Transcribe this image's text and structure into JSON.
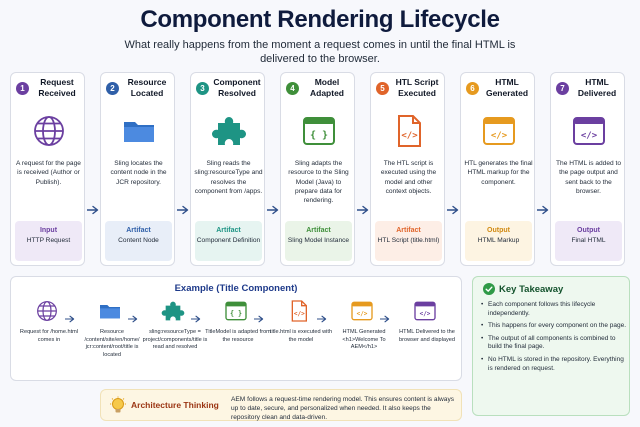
{
  "header": {
    "title": "Component Rendering Lifecycle",
    "subtitle": "What really happens from the moment a request comes in until the final HTML is delivered to the browser."
  },
  "steps": [
    {
      "number": "1",
      "title": "Request Received",
      "icon": "globe-icon",
      "color": "#6b3fa0",
      "desc": "A request for the page is received (Author or Publish).",
      "tag_label": "Input",
      "tag_value": "HTTP Request",
      "tag_bg": "#efe9f7",
      "tag_color": "#6b3fa0"
    },
    {
      "number": "2",
      "title": "Resource Located",
      "icon": "folder-icon",
      "color": "#2f5fa8",
      "desc": "Sling locates the content node in the JCR repository.",
      "tag_label": "Artifact",
      "tag_value": "Content Node",
      "tag_bg": "#e8eef8",
      "tag_color": "#2f5fa8"
    },
    {
      "number": "3",
      "title": "Component Resolved",
      "icon": "puzzle-icon",
      "color": "#1e9484",
      "desc": "Sling reads the sling:resourceType and resolves the component from /apps.",
      "tag_label": "Artifact",
      "tag_value": "Component Definition",
      "tag_bg": "#e6f4f1",
      "tag_color": "#1e9484"
    },
    {
      "number": "4",
      "title": "Model Adapted",
      "icon": "code-window-icon",
      "color": "#3f8f3a",
      "desc": "Sling adapts the resource to the Sling Model (Java) to prepare data for rendering.",
      "tag_label": "Artifact",
      "tag_value": "Sling Model Instance",
      "tag_bg": "#eaf4e8",
      "tag_color": "#3f8f3a"
    },
    {
      "number": "5",
      "title": "HTL Script Executed",
      "icon": "code-file-icon",
      "color": "#e0642a",
      "desc": "The HTL script is executed using the model and other context objects.",
      "tag_label": "Artifact",
      "tag_value": "HTL Script (title.html)",
      "tag_bg": "#fdeee6",
      "tag_color": "#e0642a"
    },
    {
      "number": "6",
      "title": "HTML Generated",
      "icon": "html-window-icon",
      "color": "#e69a1f",
      "desc": "HTL generates the final HTML markup for the component.",
      "tag_label": "Output",
      "tag_value": "HTML Markup",
      "tag_bg": "#fdf4e2",
      "tag_color": "#d18a12"
    },
    {
      "number": "7",
      "title": "HTML Delivered",
      "icon": "browser-code-icon",
      "color": "#6b3fa0",
      "desc": "The HTML is added to the page output and sent back to the browser.",
      "tag_label": "Output",
      "tag_value": "Final HTML",
      "tag_bg": "#efe9f7",
      "tag_color": "#6b3fa0"
    }
  ],
  "example": {
    "title": "Example (Title Component)",
    "items": [
      {
        "icon": "globe-icon",
        "text": "Request for /home.html comes in"
      },
      {
        "icon": "folder-icon",
        "text": "Resource /content/site/en/home/ jcr:content/root/title is located"
      },
      {
        "icon": "puzzle-icon",
        "text": "sling:resourceType = project/components/title is read and resolved"
      },
      {
        "icon": "code-window-icon",
        "text": "TitleModel is adapted from the resource"
      },
      {
        "icon": "code-file-icon",
        "text": "title.html is executed with the model"
      },
      {
        "icon": "html-window-icon",
        "text": "HTML Generated <h1>Welcome To AEM</h1>"
      },
      {
        "icon": "browser-code-icon",
        "text": "HTML Delivered to the browser and displayed"
      }
    ]
  },
  "takeaway": {
    "title": "Key Takeaway",
    "items": [
      "Each component follows this lifecycle independently.",
      "This happens for every component on the page.",
      "The output of all components is combined to build the final page.",
      "No HTML is stored in the repository. Everything is rendered on request."
    ]
  },
  "architecture": {
    "title": "Architecture Thinking",
    "text": "AEM follows a request-time rendering model. This ensures content is always up to date, secure, and personalized when needed. It also keeps the repository clean and data-driven."
  }
}
